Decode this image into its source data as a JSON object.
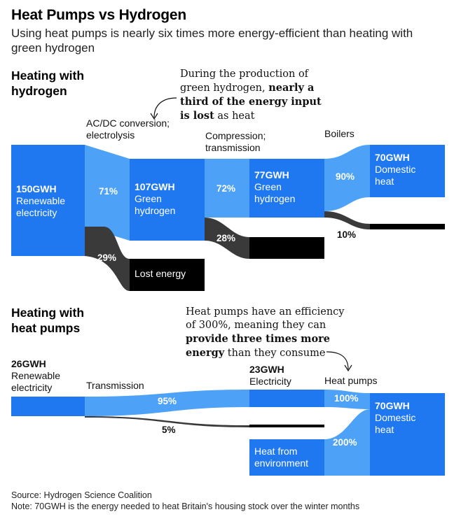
{
  "title": "Heat Pumps vs Hydrogen",
  "subtitle": "Using heat pumps is nearly six times more energy-efficient than heating with green hydrogen",
  "hydrogen": {
    "heading_line1": "Heating with",
    "heading_line2": "hydrogen",
    "annotation": {
      "pre": "During the production of green hydrogen, ",
      "bold": "nearly a third of the energy input is lost",
      "post": " as heat"
    },
    "stage1_label_line1": "AC/DC conversion;",
    "stage1_label_line2": "electrolysis",
    "stage2_label_line1": "Compression;",
    "stage2_label_line2": "transmission",
    "stage3_label": "Boilers",
    "node_source": {
      "value": "150GWH",
      "line1": "Renewable",
      "line2": "electricity"
    },
    "node_green1": {
      "value": "107GWH",
      "line1": "Green",
      "line2": "hydrogen"
    },
    "node_green2": {
      "value": "77GWH",
      "line1": "Green",
      "line2": "hydrogen"
    },
    "node_domestic": {
      "value": "70GWH",
      "line1": "Domestic",
      "line2": "heat"
    },
    "flow1_pct": "71%",
    "loss1_pct": "29%",
    "flow2_pct": "72%",
    "loss2_pct": "28%",
    "flow3_pct": "90%",
    "loss3_pct": "10%",
    "lost_energy_label": "Lost energy"
  },
  "heatpump": {
    "heading_line1": "Heating with",
    "heading_line2": "heat pumps",
    "annotation": {
      "pre": "Heat pumps have an efficiency of 300%, meaning they can ",
      "bold": "provide three times more energy",
      "post": " than they consume"
    },
    "node_source": {
      "value": "26GWH",
      "line1": "Renewable",
      "line2": "electricity"
    },
    "transmission_label": "Transmission",
    "node_electricity": {
      "value": "23GWH",
      "line1": "Electricity"
    },
    "heat_pumps_label": "Heat pumps",
    "node_domestic": {
      "value": "70GWH",
      "line1": "Domestic",
      "line2": "heat"
    },
    "env_label_line1": "Heat from",
    "env_label_line2": "environment",
    "flow_pct": "95%",
    "loss_pct": "5%",
    "pump_pct": "100%",
    "env_pct": "200%"
  },
  "colors": {
    "blue": "#1f78f0",
    "light_blue": "#4da2f7",
    "dark_gray": "#3a3a3a",
    "black": "#000000"
  },
  "footer": {
    "source": "Source: Hydrogen Science Coalition",
    "note": "Note: 70GWH is the energy needed to heat Britain's housing stock over the winter months"
  }
}
